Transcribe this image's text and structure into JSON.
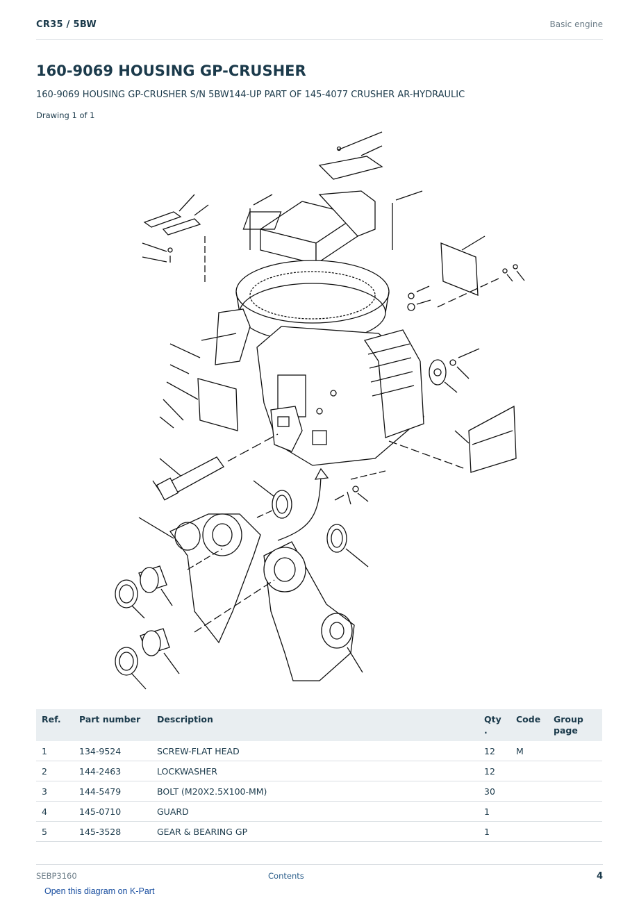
{
  "header": {
    "model": "CR35  /  5BW",
    "section": "Basic engine"
  },
  "title": "160-9069 HOUSING GP-CRUSHER",
  "subtitle": "160-9069 HOUSING GP-CRUSHER S/N 5BW144-UP PART OF 145-4077 CRUSHER AR-HYDRAULIC",
  "drawing_label": "Drawing 1 of 1",
  "table": {
    "headers": {
      "ref": "Ref.",
      "part_number": "Part number",
      "description": "Description",
      "qty": "Qty\n.",
      "code": "Code",
      "group_page": "Group page"
    },
    "rows": [
      {
        "ref": "1",
        "part_number": "134-9524",
        "description": "SCREW-FLAT HEAD",
        "qty": "12",
        "code": "M",
        "group_page": ""
      },
      {
        "ref": "2",
        "part_number": "144-2463",
        "description": "LOCKWASHER",
        "qty": "12",
        "code": "",
        "group_page": ""
      },
      {
        "ref": "3",
        "part_number": "144-5479",
        "description": "BOLT (M20X2.5X100-MM)",
        "qty": "30",
        "code": "",
        "group_page": ""
      },
      {
        "ref": "4",
        "part_number": "145-0710",
        "description": "GUARD",
        "qty": "1",
        "code": "",
        "group_page": ""
      },
      {
        "ref": "5",
        "part_number": "145-3528",
        "description": "GEAR & BEARING GP",
        "qty": "1",
        "code": "",
        "group_page": ""
      }
    ]
  },
  "footer": {
    "doc_id": "SEBP3160",
    "contents": "Contents",
    "page": "4"
  },
  "kpart_link": "Open this diagram on K-Part"
}
